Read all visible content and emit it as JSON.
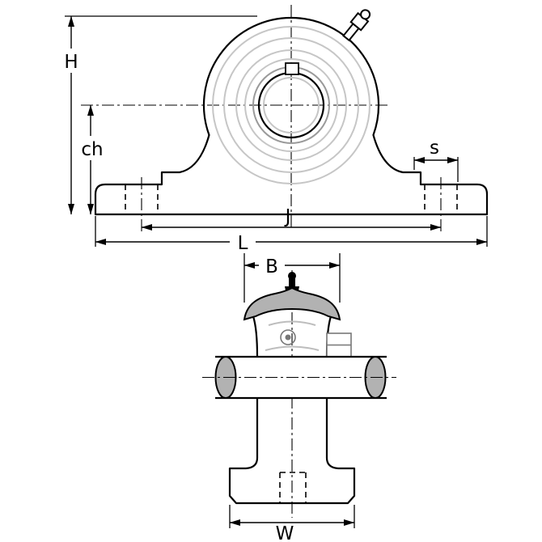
{
  "views": {
    "front": {
      "labels": {
        "H": "H",
        "ch": "ch",
        "s": "s",
        "J": "J",
        "L": "L"
      }
    },
    "side": {
      "labels": {
        "B": "B",
        "W": "W"
      }
    }
  },
  "colors": {
    "outline": "#000000",
    "shade_gray": "#b2b2b2",
    "light_gray": "#c6c6c6",
    "background": "#ffffff"
  }
}
